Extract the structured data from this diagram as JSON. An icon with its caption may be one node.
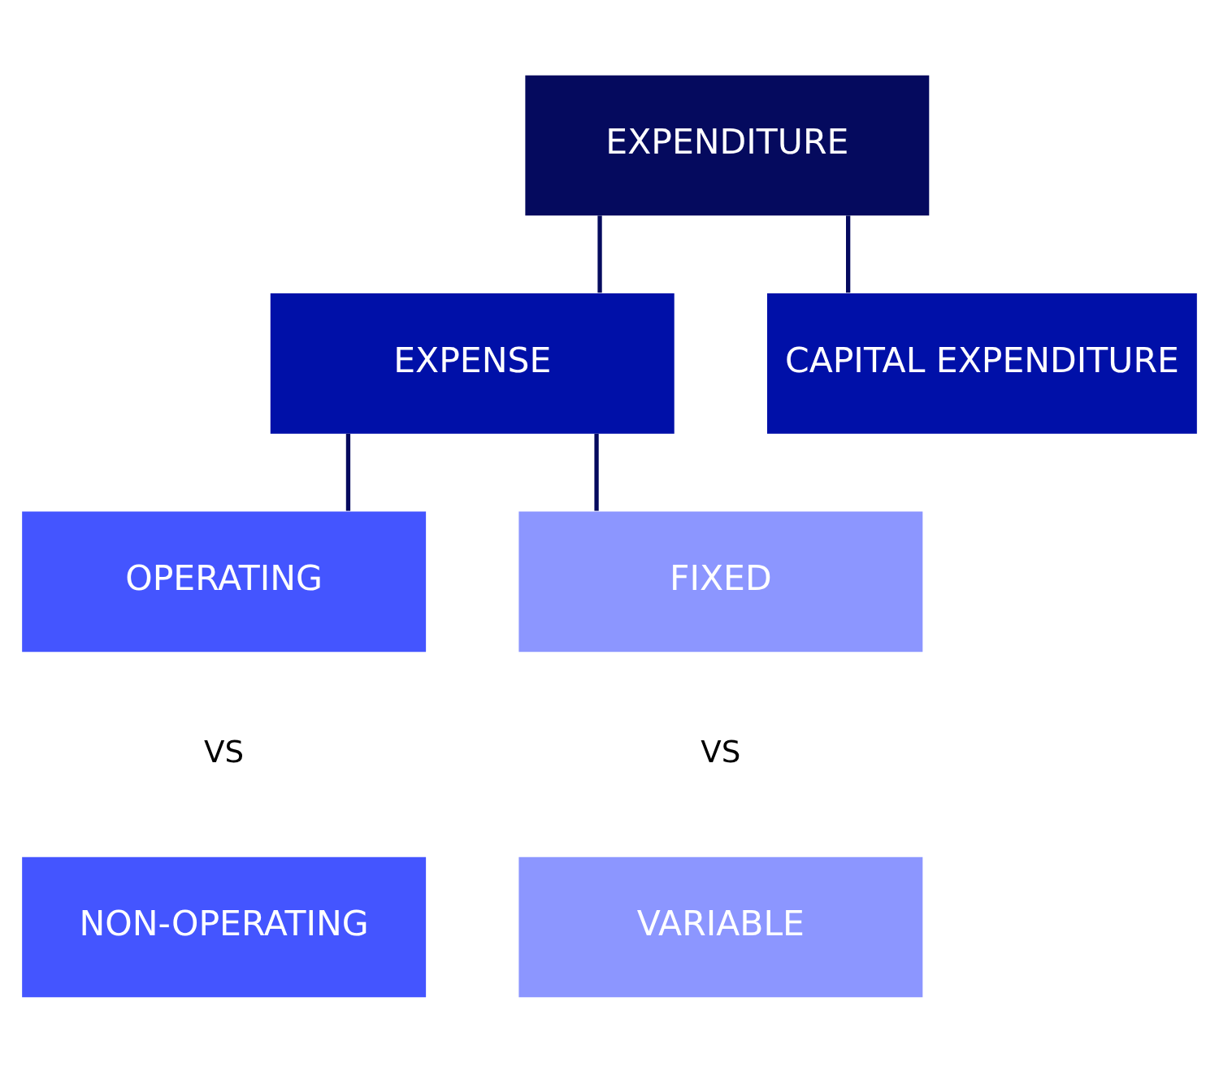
{
  "diagram": {
    "nodes": [
      {
        "text": [
          "EXPENDITURE"
        ]
      },
      {
        "text": [
          "EXPENSE"
        ]
      },
      {
        "text": [
          "CAPITAL EXPENDITURE"
        ]
      },
      {
        "text": [
          "OPERATING"
        ]
      },
      {
        "text": [
          "FIXED"
        ]
      },
      {
        "text": [
          "NON-OPERATING"
        ]
      },
      {
        "text": [
          "VARIABLE"
        ]
      }
    ],
    "edges": [
      {
        "from": 0,
        "to": 1,
        "arrow": "none"
      },
      {
        "from": 0,
        "to": 2,
        "arrow": "none"
      },
      {
        "from": 1,
        "to": 3,
        "arrow": "none"
      },
      {
        "from": 1,
        "to": 4,
        "arrow": "none"
      }
    ],
    "labels": [
      "VS",
      "VS"
    ]
  }
}
